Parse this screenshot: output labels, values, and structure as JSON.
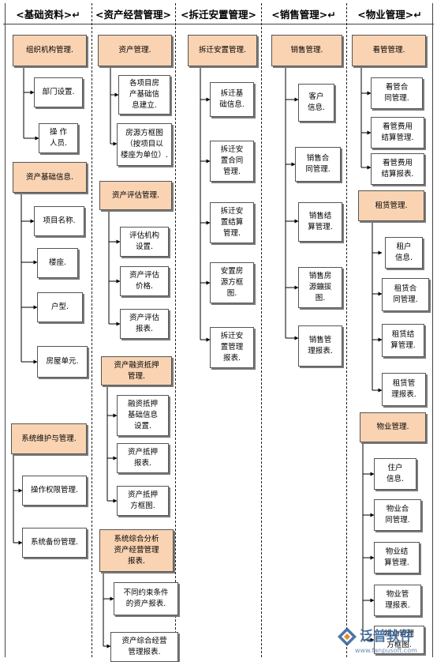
{
  "headers": [
    "<基础资料>↵",
    "<资产经营管理>",
    "<拆迁安置管理>",
    "<销售管理>↵",
    "<物业管理>↵"
  ],
  "col1": {
    "org": "组织机构管理.",
    "dept": "部门设置.",
    "staff": "操    作\n人员.",
    "asset_base": "资产基础信息.",
    "proj_name": "项目名称.",
    "building": "楼座.",
    "house_type": "户型.",
    "unit": "房屋单元.",
    "sys_maint": "系统维护与管理.",
    "perm": "操作权限管理.",
    "backup": "系统备份管理."
  },
  "col2": {
    "asset_mgmt": "资产管理.",
    "proj_info": "各项目房\n产基础信\n息建立.",
    "house_frame": "房源方框图\n（按项目以\n楼座为单位）.",
    "asset_eval": "资产评估管理.",
    "eval_org": "评估机构\n设置.",
    "eval_price": "资产评估\n价格.",
    "eval_report": "资产评估\n报表.",
    "finance": "资产融资抵押\n管理.",
    "fin_base": "融资抵押\n基础信息\n设置.",
    "mort_report": "资产抵押\n报表.",
    "mort_frame": "资产抵押\n方框图.",
    "analysis": "系统综合分析\n资产经营管理\n报表.",
    "constraint": "不同约束条件\n的资产报表.",
    "summary": "资产综合经营\n管理报表."
  },
  "col3": {
    "relocation": "拆迁安置管理.",
    "reloc_info": "拆迁基\n础信息.",
    "reloc_contract": "拆迁安\n置合同\n管理.",
    "reloc_settle": "拆迁安\n置结算\n管理.",
    "house_frame": "安置房\n源方框\n图.",
    "reloc_report": "拆迁安\n置管理\n报表."
  },
  "col4": {
    "sales": "销售管理.",
    "customer": "客户\n信息.",
    "contract": "销售合\n同管理.",
    "settle": "销售结\n算管理.",
    "frame": "销售房\n源鏰拔\n图.",
    "report": "销售管\n理报表."
  },
  "col5": {
    "custody": "看管管理.",
    "custody_contract": "看管合\n同管理.",
    "custody_fee": "看管费用\n结算管理.",
    "custody_report": "看管费用\n结算报表.",
    "lease": "租赁管理.",
    "tenant": "租户\n信息.",
    "lease_contract": "租赁合\n同管理.",
    "lease_settle": "租赁结\n算管理.",
    "lease_report": "租赁管\n理报表.",
    "property": "物业管理.",
    "resident": "住户\n信息.",
    "prop_contract": "物业合\n同管理.",
    "prop_settle": "物业结\n算管理.",
    "prop_report": "物业管\n理报表.",
    "prop_frame": "物业管理\n方框图."
  },
  "watermark": {
    "text": "泛普软件",
    "url": "www.fanpusoft.com"
  },
  "colors": {
    "orange_box": "#f9d3b2",
    "logo_blue": "#2f5d95"
  }
}
